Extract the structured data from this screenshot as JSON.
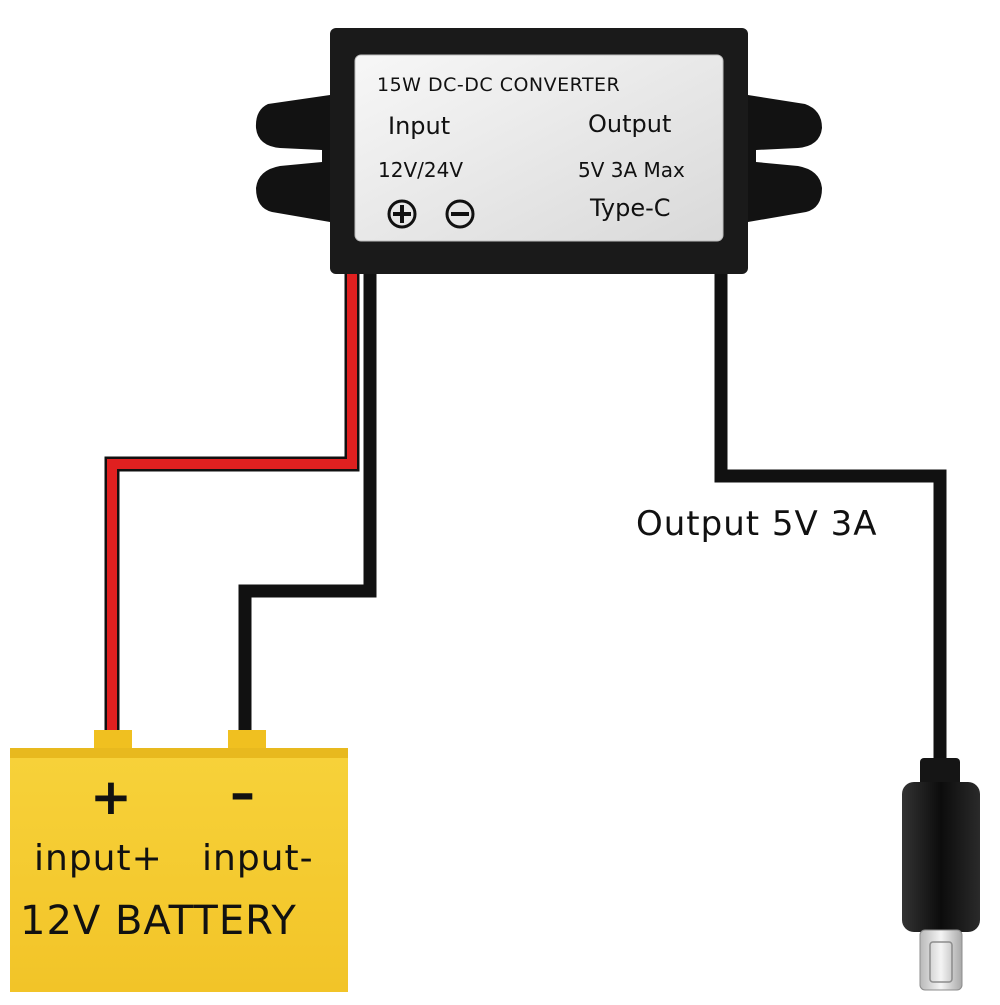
{
  "converter": {
    "title": "15W DC-DC CONVERTER",
    "input_label": "Input",
    "output_label": "Output",
    "input_voltage": "12V/24V",
    "output_rating": "5V 3A Max",
    "output_type": "Type-C",
    "polarity_icons": [
      "plus-circle-icon",
      "minus-circle-icon"
    ]
  },
  "cable": {
    "output_label": "Output 5V 3A",
    "connector_icon": "usb-c-plug-icon"
  },
  "battery": {
    "plus_symbol": "+",
    "minus_symbol": "–",
    "terminal_plus_label": "input+",
    "terminal_minus_label": "input-",
    "name": "12V BATTERY"
  },
  "colors": {
    "battery": "#f5cc2e",
    "battery_terminal": "#f0c020",
    "wire_positive": "#e02020",
    "wire_negative": "#111111",
    "housing": "#1a1a1a",
    "label_panel": "#ececec"
  }
}
